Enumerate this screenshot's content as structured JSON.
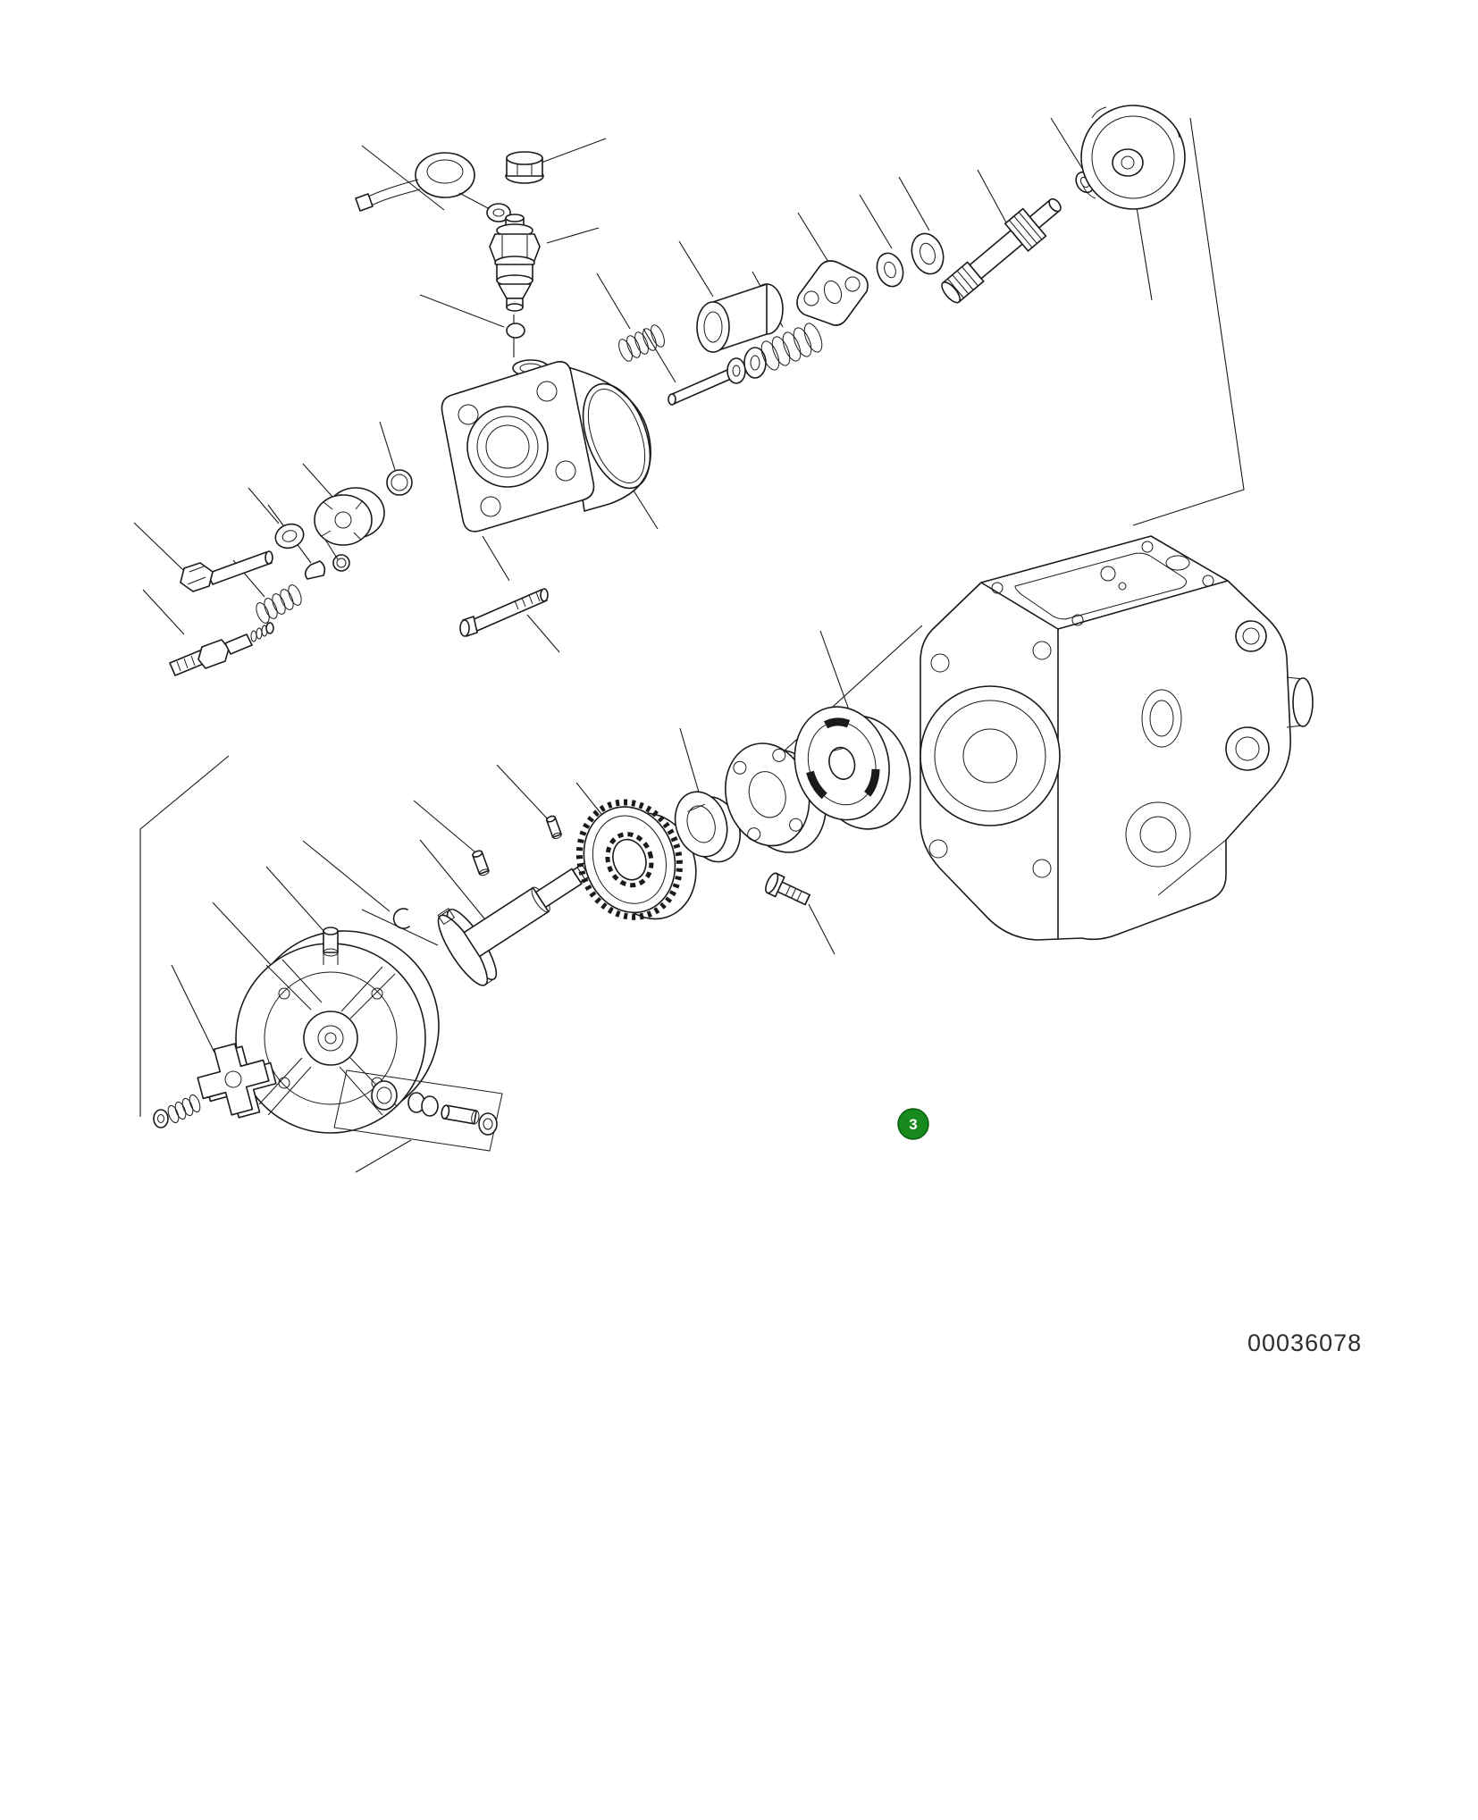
{
  "page": {
    "drawing_number": "00036078",
    "background": "#ffffff",
    "line_color": "#1a1a1a"
  },
  "badge": {
    "label": "3",
    "color": "#17891d",
    "border_color": "#0b5c10",
    "text_color": "#ffffff"
  },
  "diagram": {
    "kind": "exploded-parts-diagram"
  }
}
